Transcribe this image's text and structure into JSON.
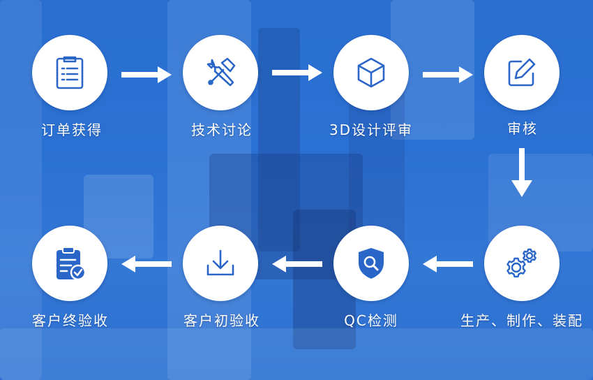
{
  "colors": {
    "background": "#2b71d3",
    "node_fill": "#ffffff",
    "icon_stroke": "#2a66c8",
    "text": "#ffffff"
  },
  "steps": [
    {
      "label": "订单获得",
      "icon": "clipboard-list-icon"
    },
    {
      "label": "技术讨论",
      "icon": "tools-icon"
    },
    {
      "label": "3D设计评审",
      "icon": "cube-icon"
    },
    {
      "label": "审核",
      "icon": "edit-icon"
    },
    {
      "label": "生产、制作、装配",
      "icon": "gears-icon"
    },
    {
      "label": "QC检测",
      "icon": "shield-search-icon"
    },
    {
      "label": "客户初验收",
      "icon": "download-icon"
    },
    {
      "label": "客户终验收",
      "icon": "clipboard-check-icon"
    }
  ]
}
